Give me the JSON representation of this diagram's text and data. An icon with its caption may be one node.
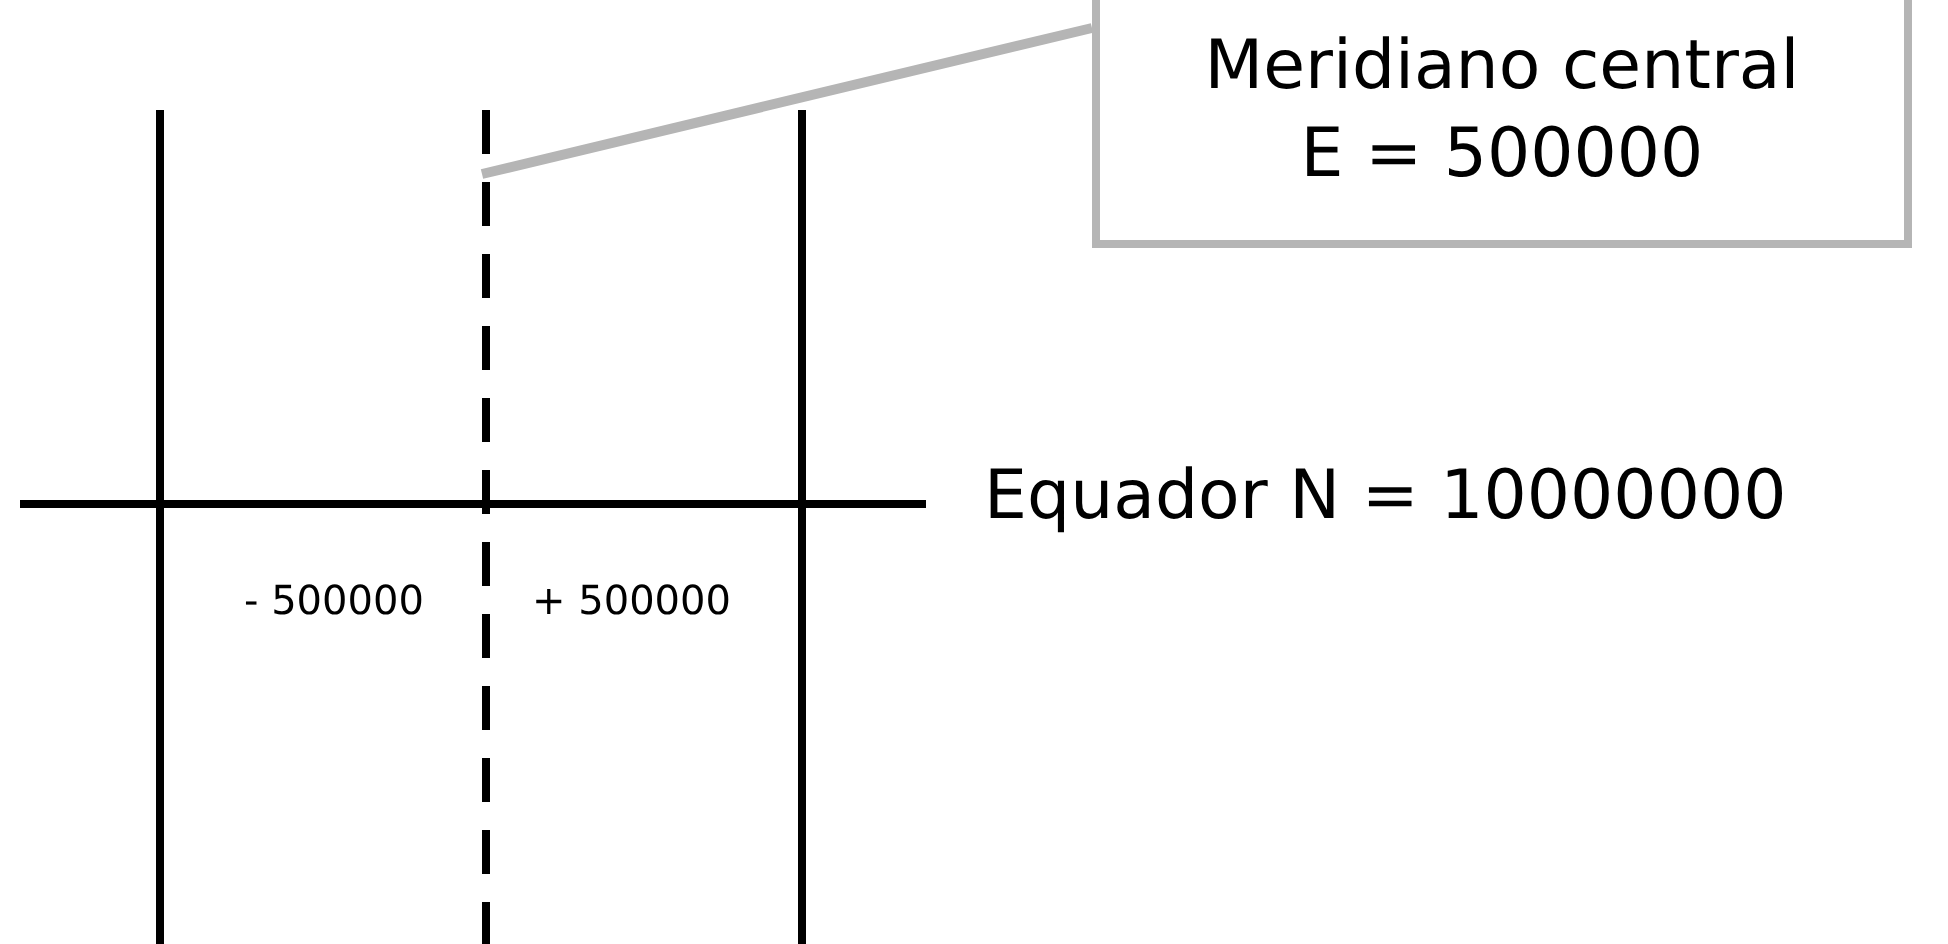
{
  "diagram": {
    "nodes": [
      {
        "text": [
          "Meridiano central",
          "E = 500000"
        ]
      },
      {
        "text": [],
        "shape": "line"
      }
    ],
    "edges": [
      {
        "from": 0,
        "to": 1,
        "arrow": "none"
      }
    ],
    "labels": [
      "Equador N = 10000000",
      "- 500000",
      "+ 500000"
    ]
  }
}
